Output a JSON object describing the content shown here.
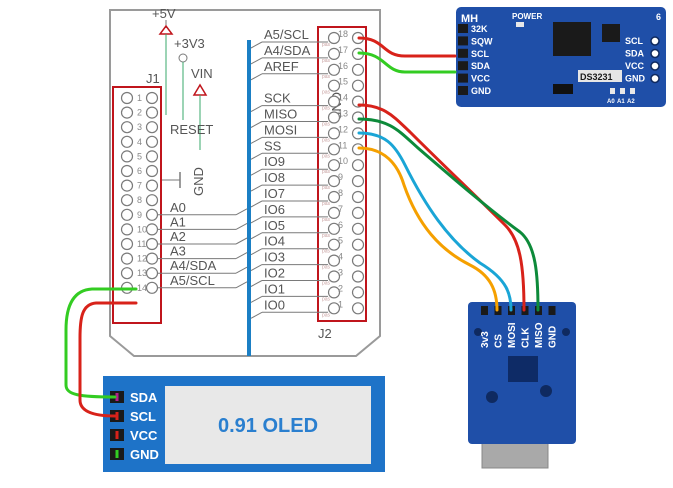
{
  "colors": {
    "schematic": "#7a7a7a",
    "header_red": "#c0151c",
    "bus_blue": "#1b7fc4",
    "wire_red": "#d8221a",
    "wire_green": "#33cc22",
    "wire_darkgreen": "#0d8a3a",
    "wire_cyan": "#1aa5d6",
    "wire_orange": "#f5a000",
    "module_blue": "#1f4fa8",
    "oled_blue": "#1e73c8",
    "oled_text": "#2a7fcf"
  },
  "power": {
    "v5": "+5V",
    "v33": "+3V3",
    "vin": "VIN",
    "reset": "RESET",
    "gnd": "GND",
    "gnd2": "GND"
  },
  "j1": {
    "name": "J1",
    "pin_numbers": [
      "1",
      "2",
      "3",
      "4",
      "5",
      "6",
      "7",
      "8",
      "9",
      "10",
      "11",
      "12",
      "13",
      "14"
    ],
    "labels": [
      "A0",
      "A1",
      "A2",
      "A3",
      "A4/SDA",
      "A5/SCL"
    ]
  },
  "j2": {
    "name": "J2",
    "pin_numbers": [
      "18",
      "17",
      "16",
      "15",
      "14",
      "13",
      "12",
      "11",
      "10",
      "9",
      "8",
      "7",
      "6",
      "5",
      "4",
      "3",
      "2",
      "1"
    ],
    "labels": [
      "A5/SCL",
      "A4/SDA",
      "AREF",
      "",
      "SCK",
      "MISO",
      "MOSI",
      "SS",
      "IO9",
      "IO8",
      "IO7",
      "IO6",
      "IO5",
      "IO4",
      "IO3",
      "IO2",
      "IO1",
      "IO0"
    ],
    "pad_label": "pas"
  },
  "rtc": {
    "brand": "MH",
    "power_label": "POWER",
    "chip": "DS3231",
    "left_pins": [
      "32K",
      "SQW",
      "SCL",
      "SDA",
      "VCC",
      "GND"
    ],
    "right_pins": [
      "SCL",
      "SDA",
      "VCC",
      "GND"
    ],
    "addr_labels": [
      "A0",
      "A1",
      "A2"
    ],
    "corner_mark": "6"
  },
  "sd": {
    "pins": [
      "3v3",
      "CS",
      "MOSI",
      "CLK",
      "MISO",
      "GND"
    ]
  },
  "oled": {
    "pins": [
      "SDA",
      "SCL",
      "VCC",
      "GND"
    ],
    "title": "0.91 OLED"
  }
}
